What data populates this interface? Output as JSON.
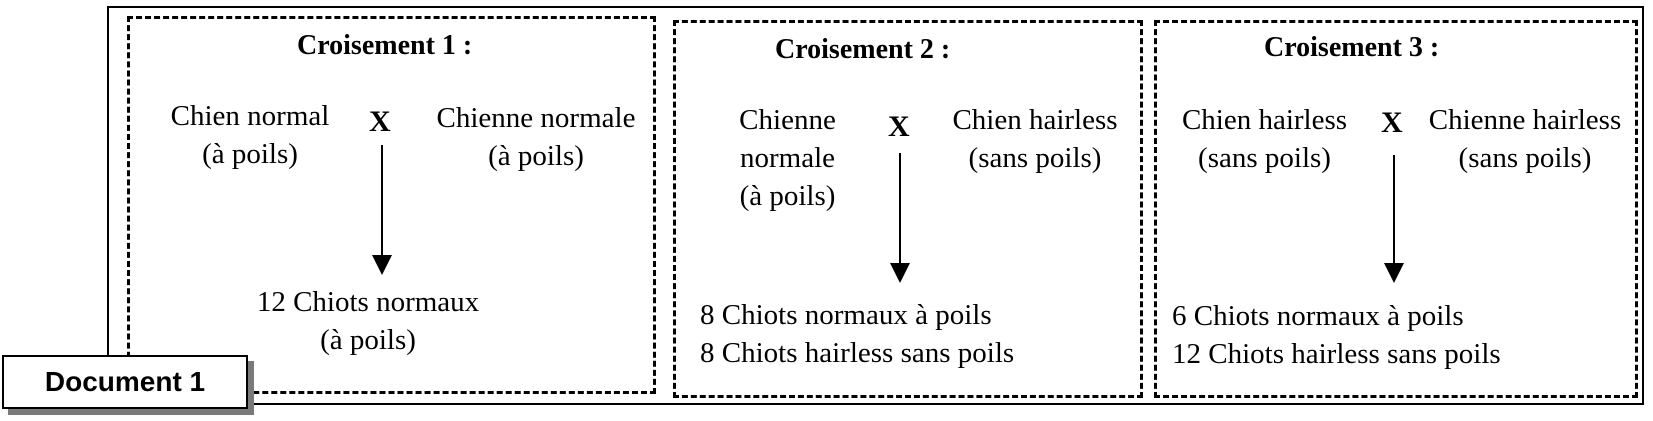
{
  "document_label": "Document 1",
  "crossings": [
    {
      "title": "Croisement 1 :",
      "parent_left": [
        "Chien normal",
        "(à poils)"
      ],
      "cross_symbol": "X",
      "parent_right": [
        "Chienne normale",
        "(à poils)"
      ],
      "offspring": [
        "12 Chiots normaux",
        "(à poils)"
      ]
    },
    {
      "title": "Croisement 2 :",
      "parent_left": [
        "Chienne",
        "normale",
        "(à poils)"
      ],
      "cross_symbol": "X",
      "parent_right": [
        "Chien hairless",
        "(sans poils)"
      ],
      "offspring": [
        "8 Chiots normaux à poils",
        "8 Chiots hairless sans poils"
      ]
    },
    {
      "title": "Croisement 3 :",
      "parent_left": [
        "Chien hairless",
        "(sans poils)"
      ],
      "cross_symbol": "X",
      "parent_right": [
        "Chienne hairless",
        "(sans poils)"
      ],
      "offspring": [
        "6 Chiots normaux à poils",
        "12 Chiots hairless sans poils"
      ]
    }
  ]
}
